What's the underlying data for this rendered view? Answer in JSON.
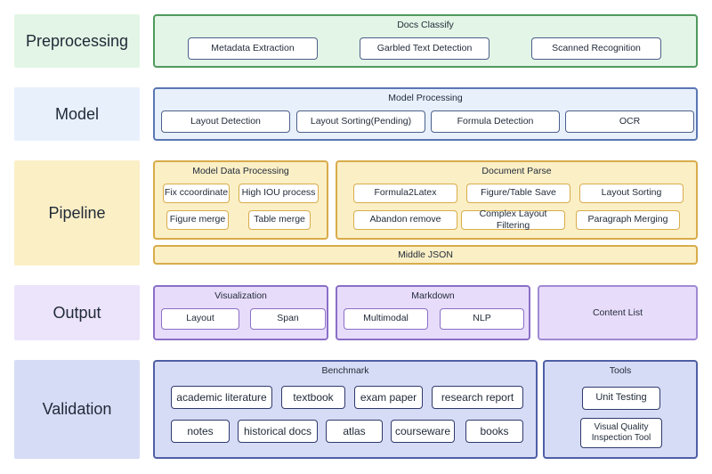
{
  "stages": {
    "preprocessing": "Preprocessing",
    "model": "Model",
    "pipeline": "Pipeline",
    "output": "Output",
    "validation": "Validation"
  },
  "preprocessing": {
    "title": "Docs Classify",
    "items": [
      "Metadata Extraction",
      "Garbled Text Detection",
      "Scanned Recognition"
    ]
  },
  "model": {
    "title": "Model Processing",
    "items": [
      "Layout Detection",
      "Layout Sorting(Pending)",
      "Formula Detection",
      "OCR"
    ]
  },
  "pipeline": {
    "model_data": {
      "title": "Model Data Processing",
      "items": [
        "Fix ccoordinate",
        "High IOU process",
        "Figure merge",
        "Table merge"
      ]
    },
    "doc_parse": {
      "title": "Document Parse",
      "items": [
        "Formula2Latex",
        "Figure/Table Save",
        "Layout Sorting",
        "Abandon remove",
        "Complex Layout Filtering",
        "Paragraph Merging"
      ]
    },
    "middle_json": "Middle JSON"
  },
  "output": {
    "visualization": {
      "title": "Visualization",
      "items": [
        "Layout",
        "Span"
      ]
    },
    "markdown": {
      "title": "Markdown",
      "items": [
        "Multimodal",
        "NLP"
      ]
    },
    "content_list": "Content List"
  },
  "validation": {
    "benchmark": {
      "title": "Benchmark",
      "items": [
        "academic literature",
        "textbook",
        "exam paper",
        "research report",
        "notes",
        "historical docs",
        "atlas",
        "courseware",
        "books"
      ]
    },
    "tools": {
      "title": "Tools",
      "items": [
        "Unit Testing",
        "Visual Quality Inspection Tool"
      ]
    }
  },
  "colors": {
    "preprocessing": "#e3f5e6",
    "model": "#e8f0fc",
    "pipeline": "#fbefc6",
    "output": "#ece4fb",
    "validation": "#d7dcf6"
  }
}
